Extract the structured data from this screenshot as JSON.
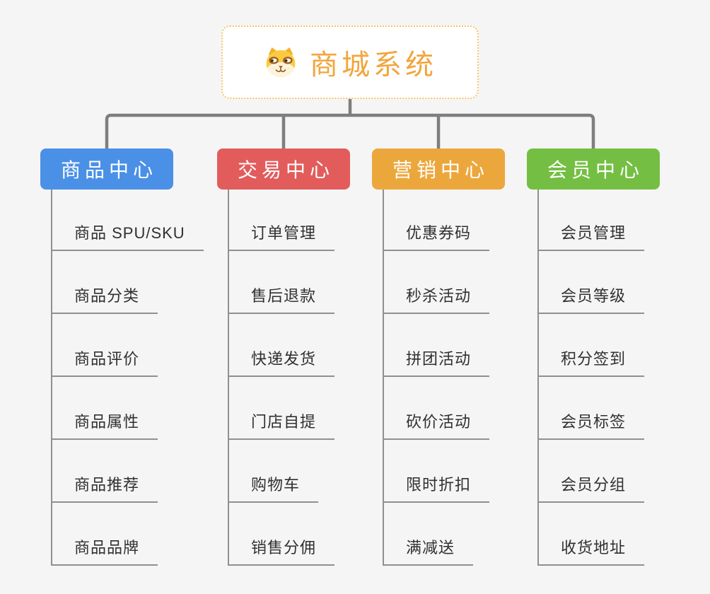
{
  "background_color": "#f5f5f5",
  "connector_color": "#7e7e7e",
  "line_color": "#909090",
  "root": {
    "label": "商城系统",
    "icon": "dog-icon",
    "text_color": "#f2a53c",
    "border_color": "#f6c36b"
  },
  "branches": [
    {
      "label": "商品中心",
      "color": "#4a90e6",
      "children": [
        "商品 SPU/SKU",
        "商品分类",
        "商品评价",
        "商品属性",
        "商品推荐",
        "商品品牌"
      ]
    },
    {
      "label": "交易中心",
      "color": "#e25c5c",
      "children": [
        "订单管理",
        "售后退款",
        "快递发货",
        "门店自提",
        "购物车",
        "销售分佣"
      ]
    },
    {
      "label": "营销中心",
      "color": "#eca73c",
      "children": [
        "优惠券码",
        "秒杀活动",
        "拼团活动",
        "砍价活动",
        "限时折扣",
        "满减送"
      ]
    },
    {
      "label": "会员中心",
      "color": "#74bf43",
      "children": [
        "会员管理",
        "会员等级",
        "积分签到",
        "会员标签",
        "会员分组",
        "收货地址"
      ]
    }
  ]
}
